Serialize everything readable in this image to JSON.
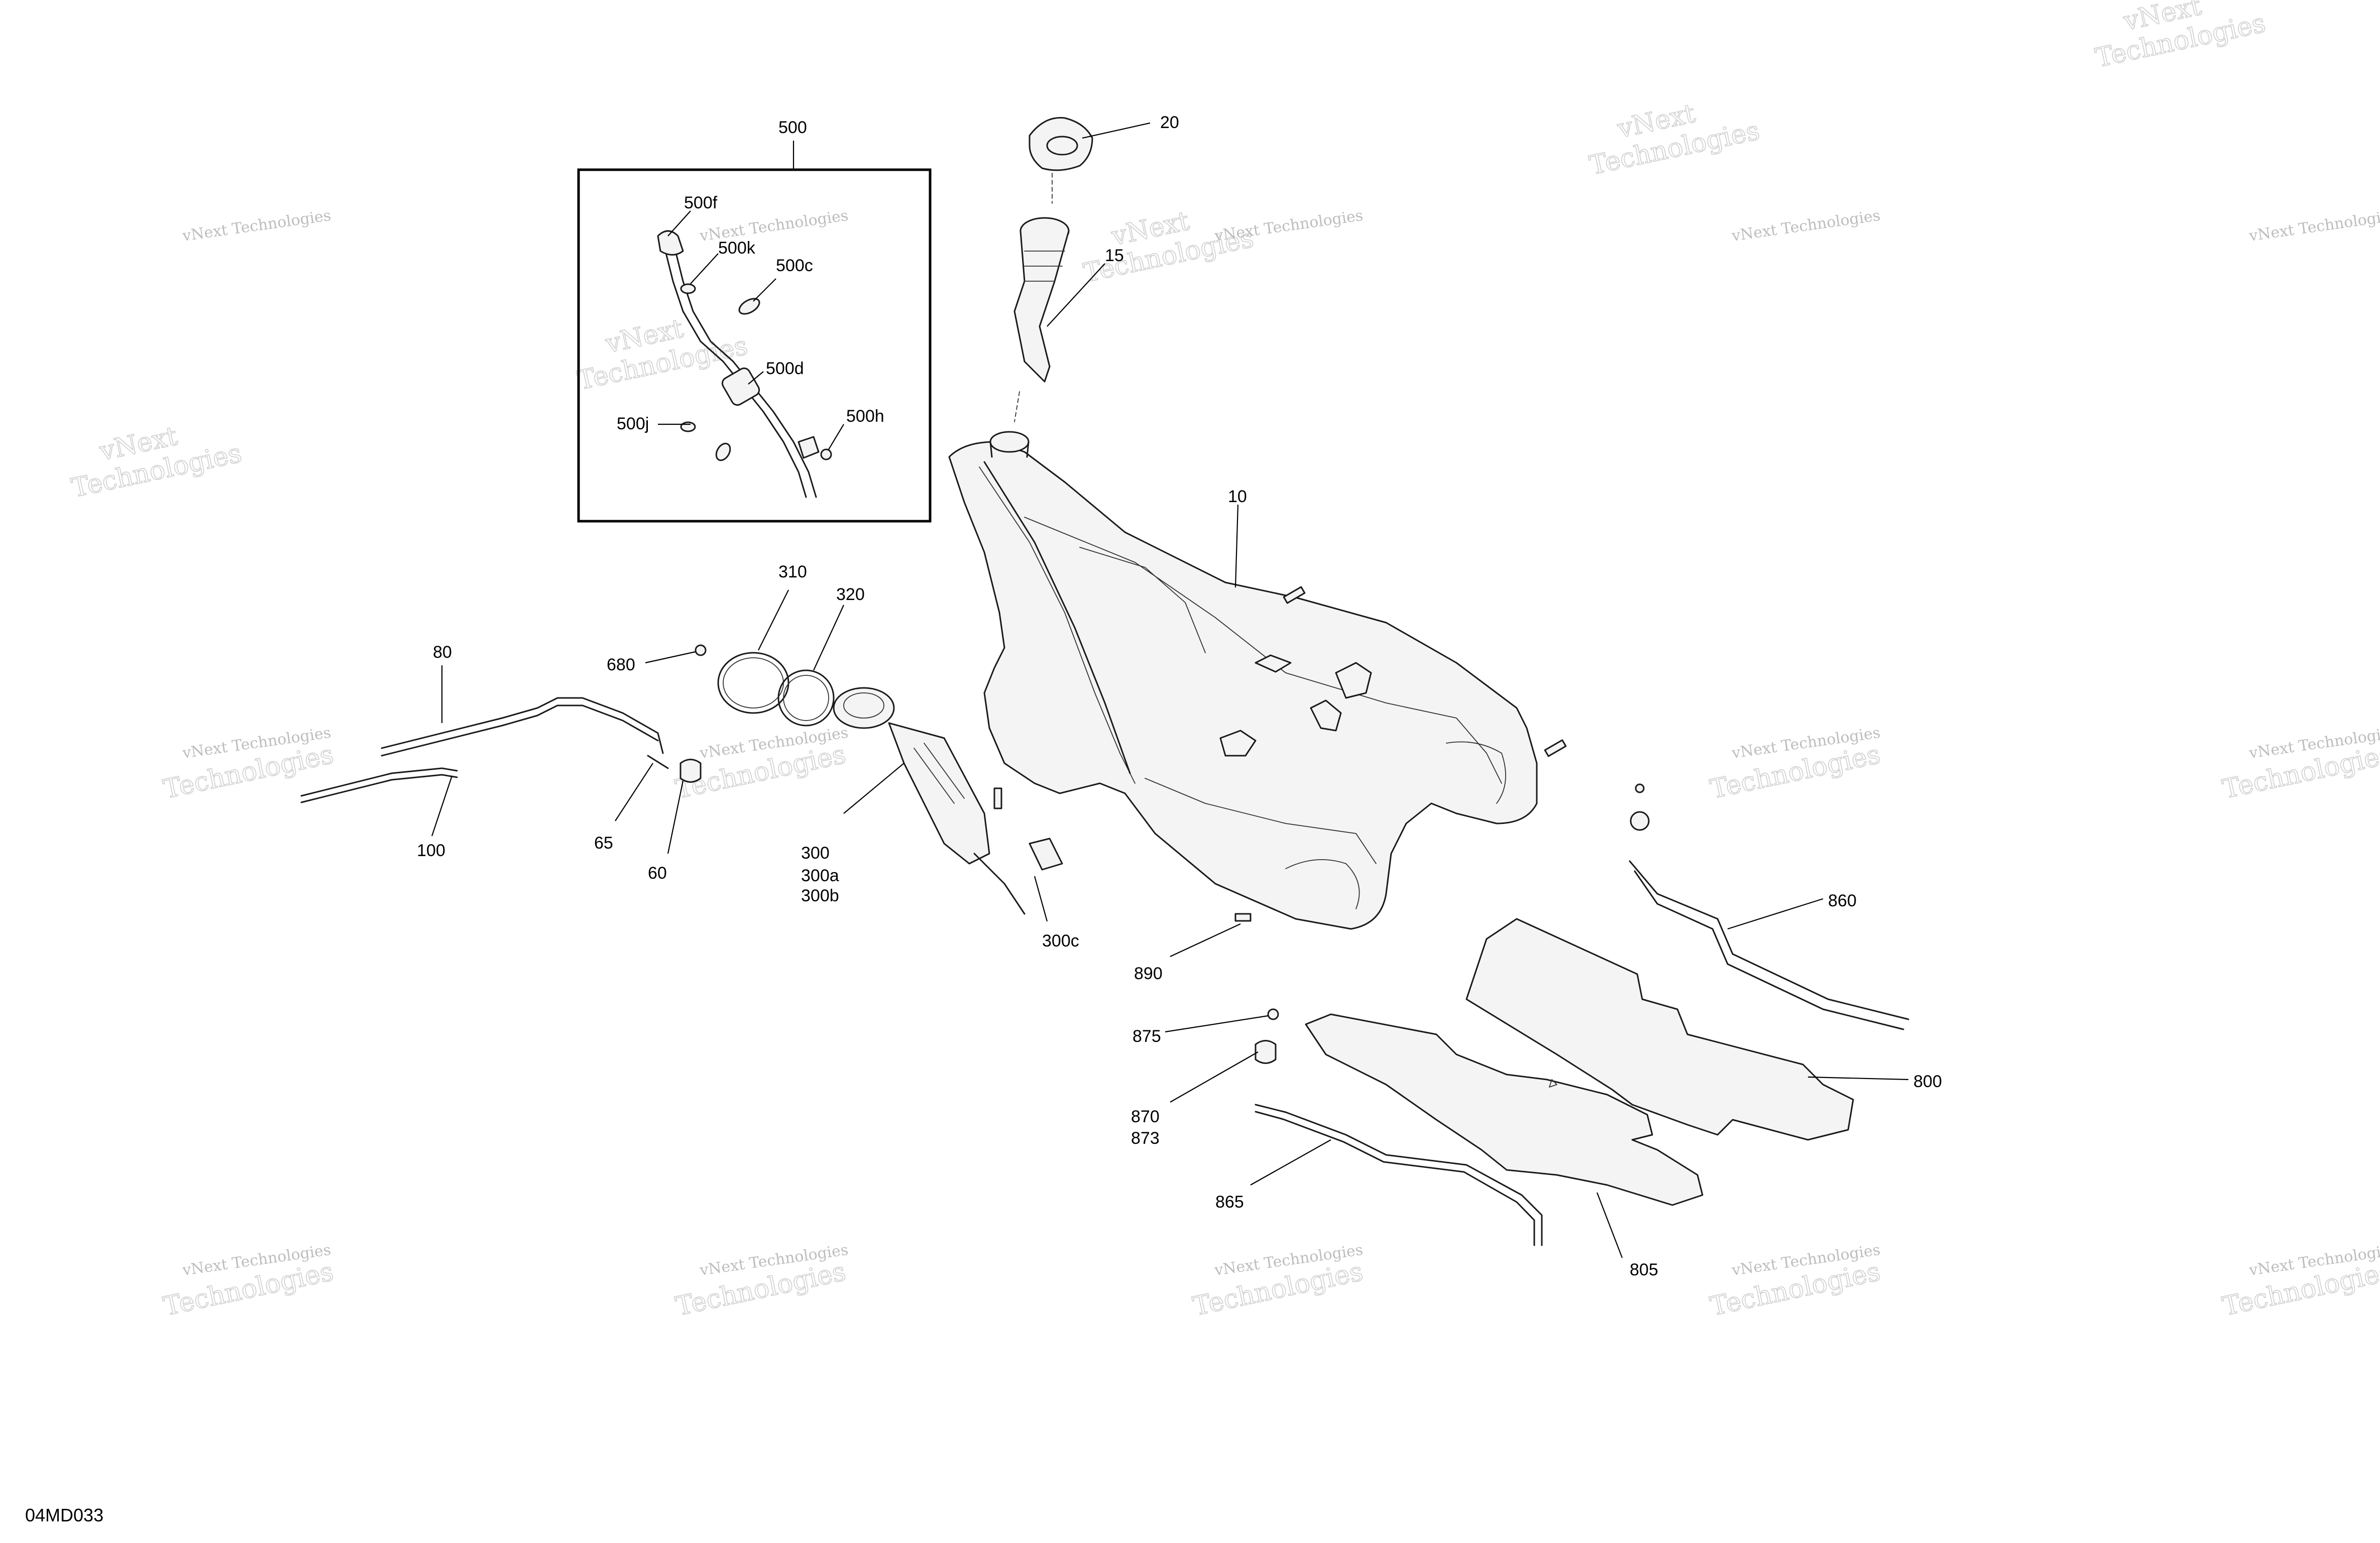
{
  "diagram_code": "04MD033",
  "watermark": {
    "line1": "vNext",
    "line2": "Technologies",
    "small": "vNext Technologies"
  },
  "callouts": {
    "c500": "500",
    "c500f": "500f",
    "c500k": "500k",
    "c500c": "500c",
    "c500d": "500d",
    "c500j": "500j",
    "c500h": "500h",
    "c20": "20",
    "c15": "15",
    "c10": "10",
    "c310": "310",
    "c320": "320",
    "c680": "680",
    "c80": "80",
    "c100": "100",
    "c65": "65",
    "c60": "60",
    "c300": "300",
    "c300a": "300a",
    "c300b": "300b",
    "c300c": "300c",
    "c890": "890",
    "c860": "860",
    "c875": "875",
    "c870": "870",
    "c873": "873",
    "c800": "800",
    "c865": "865",
    "c805": "805"
  }
}
